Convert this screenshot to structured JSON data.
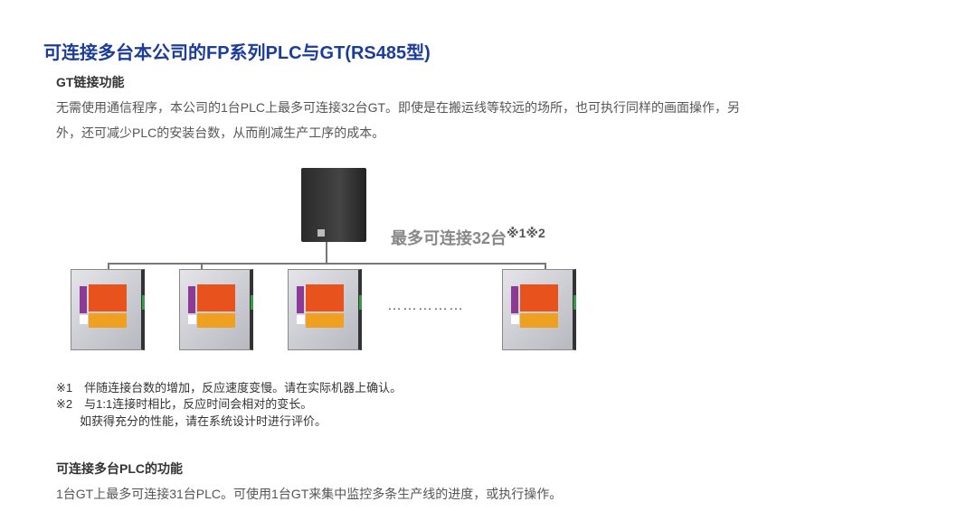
{
  "title": "可连接多台本公司的FP系列PLC与GT(RS485型)",
  "section1": {
    "heading": "GT链接功能",
    "lines": [
      "无需使用通信程序，本公司的1台PLC上最多可连接32台GT。即使是在搬运线等较远的场所，也可执行同样的画面操作，另",
      "外，还可减少PLC的安装台数，从而削减生产工序的成本。"
    ]
  },
  "diagram": {
    "label": "最多可连接32台",
    "marks": "※1※2",
    "ellipsis": "……………"
  },
  "notes": [
    "※1　伴随连接台数的增加，反应速度变慢。请在实际机器上确认。",
    "※2　与1:1连接时相比，反应时间会相对的变长。",
    "　　如获得充分的性能，请在系统设计时进行评价。"
  ],
  "section2": {
    "heading": "可连接多台PLC的功能",
    "text": "1台GT上最多可连接31台PLC。可使用1台GT来集中监控多条生产线的进度，或执行操作。"
  }
}
